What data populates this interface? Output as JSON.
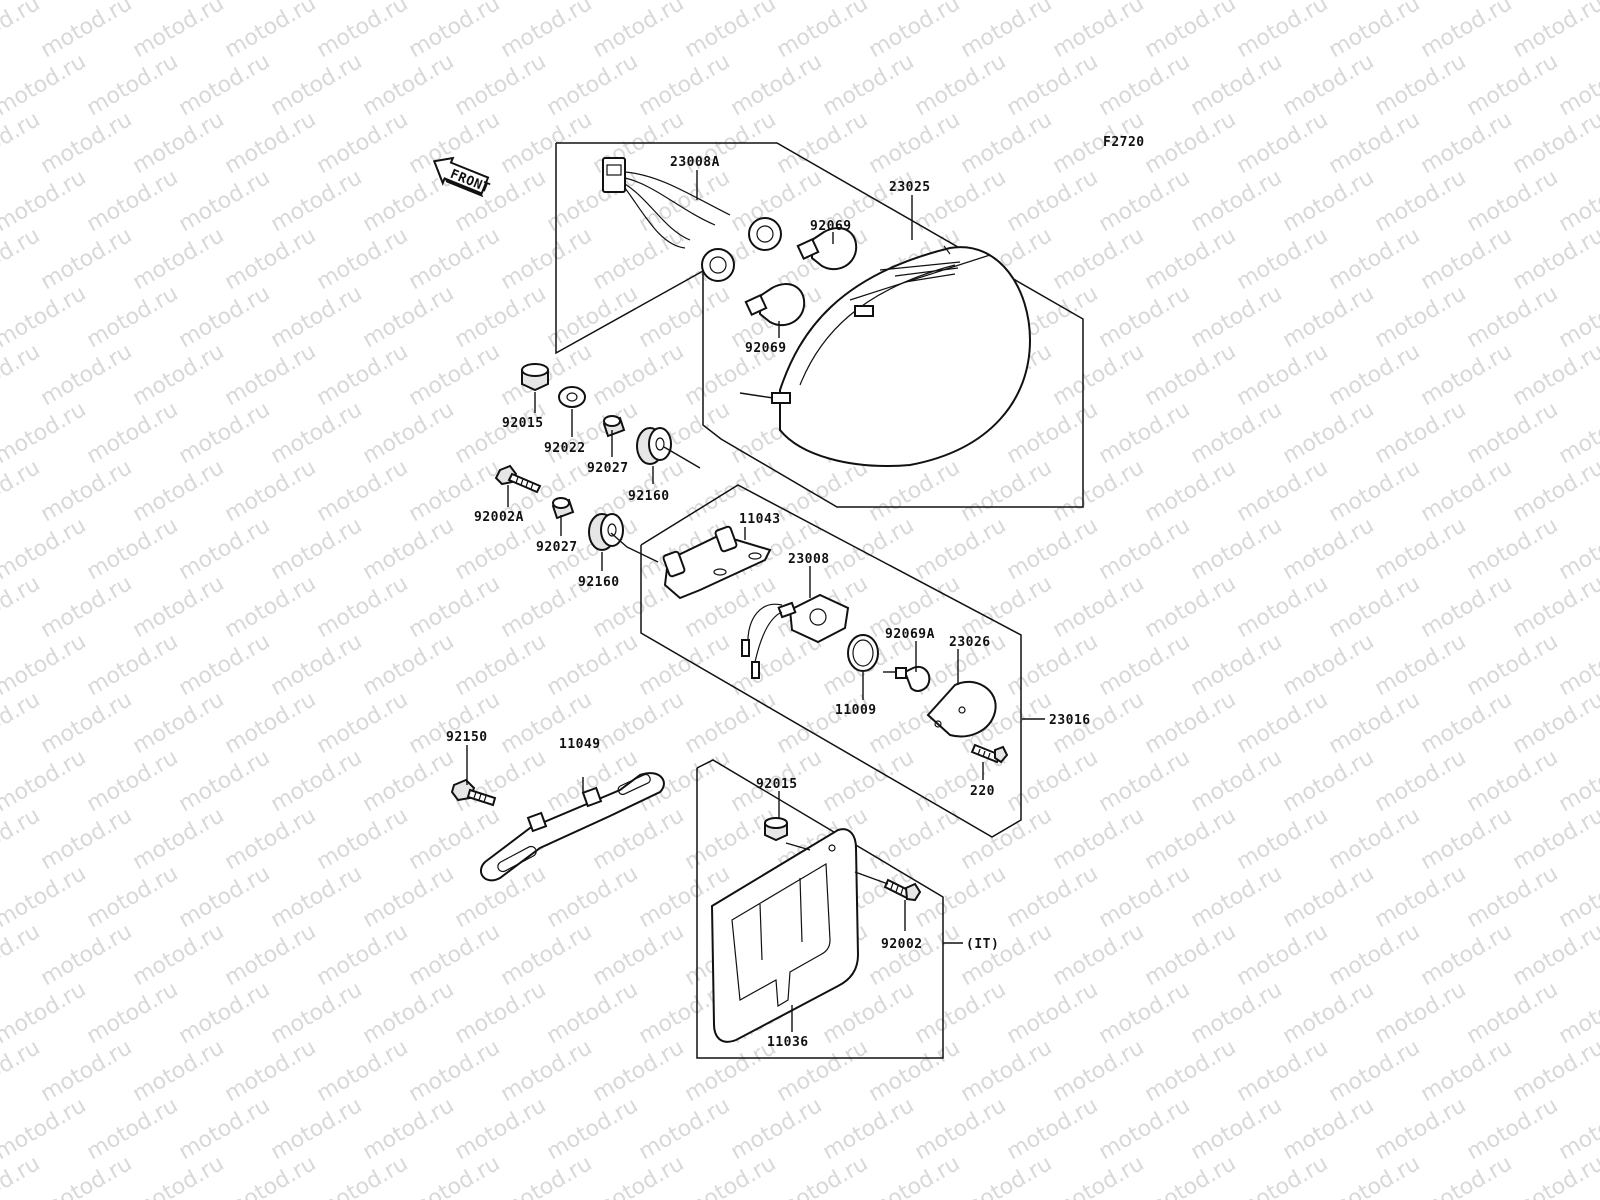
{
  "figure_code": "F2720",
  "direction_arrow": {
    "text": "FRONT",
    "icon": "front-arrow-icon"
  },
  "watermark": "motod.ru",
  "parts": {
    "p23008A": "23008A",
    "p23025": "23025",
    "p92069_top": "92069",
    "p92069_bottom": "92069",
    "p92015_left": "92015",
    "p92022": "92022",
    "p92027_top": "92027",
    "p92160_top": "92160",
    "p92002A": "92002A",
    "p92027_bottom": "92027",
    "p92160_bottom": "92160",
    "p11043": "11043",
    "p23008": "23008",
    "p92069A": "92069A",
    "p23026": "23026",
    "p11009": "11009",
    "p23016": "23016",
    "p220": "220",
    "p92150": "92150",
    "p11049": "11049",
    "p92015_plate": "92015",
    "p92002": "92002",
    "p_it": "(IT)",
    "p11036": "11036"
  }
}
